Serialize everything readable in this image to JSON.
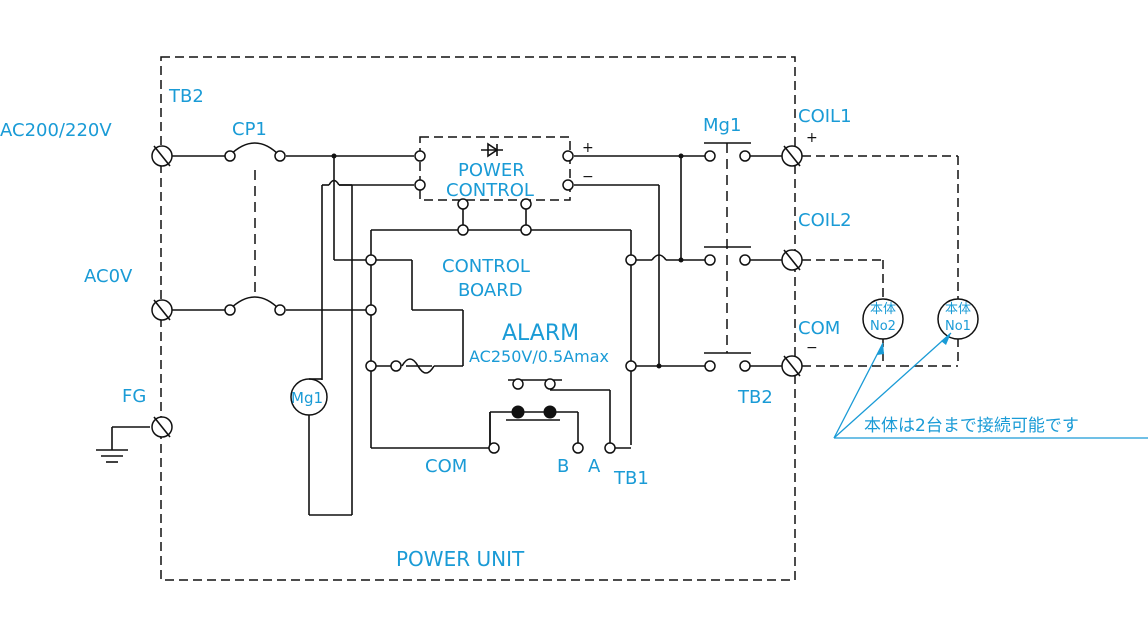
{
  "labels": {
    "tb2_top": "TB2",
    "ac200": "AC200/220V",
    "cp1": "CP1",
    "ac0v": "AC0V",
    "fg": "FG",
    "power_control_1": "POWER",
    "power_control_2": "CONTROL",
    "control_board_1": "CONTROL",
    "control_board_2": "BOARD",
    "alarm": "ALARM",
    "alarm_rating": "AC250V/0.5Amax",
    "mg1_coil": "Mg1",
    "mg1_contact": "Mg1",
    "com_tb1": "COM",
    "b": "B",
    "a": "A",
    "tb1": "TB1",
    "power_unit": "POWER UNIT",
    "coil1": "COIL1",
    "coil2": "COIL2",
    "com_right": "COM",
    "tb2_bottom": "TB2",
    "plus_out": "+",
    "minus_out": "−",
    "plus_coil": "+",
    "minus_com": "−",
    "body_no2_1": "本体",
    "body_no2_2": "No2",
    "body_no1_1": "本体",
    "body_no1_2": "No1",
    "note": "本体は2台まで接続可能です"
  }
}
